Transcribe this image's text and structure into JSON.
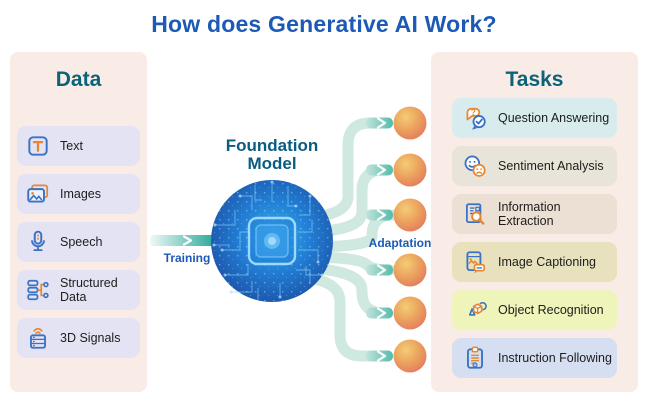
{
  "title": "How does Generative AI Work?",
  "palette": {
    "title_blue": "#1d5ab5",
    "header_teal": "#0c6378",
    "model_label_teal": "#0a5c80",
    "flow_label_blue": "#1d5ab5",
    "panel_bg": "#f9ece7",
    "data_item_bg": "#e3e3f3",
    "connector_mint": "#cfe8e0",
    "connector_teal": "#54bbab",
    "node_orange": "#e88a5e",
    "circle_blue": "#1d5fb8"
  },
  "data_panel": {
    "header": "Data",
    "items": [
      {
        "label": "Text",
        "icon": "text-icon"
      },
      {
        "label": "Images",
        "icon": "images-icon"
      },
      {
        "label": "Speech",
        "icon": "speech-icon"
      },
      {
        "label": "Structured Data",
        "icon": "structured-data-icon"
      },
      {
        "label": "3D Signals",
        "icon": "3d-signals-icon"
      }
    ]
  },
  "center": {
    "model_label": "Foundation Model",
    "training_label": "Training",
    "adaptation_label": "Adaptation"
  },
  "tasks_panel": {
    "header": "Tasks",
    "items": [
      {
        "label": "Question Answering",
        "icon": "question-answering-icon",
        "bg": "#d8ecee"
      },
      {
        "label": "Sentiment Analysis",
        "icon": "sentiment-analysis-icon",
        "bg": "#e9e4d9"
      },
      {
        "label": "Information Extraction",
        "icon": "information-extraction-icon",
        "bg": "#ecdfd4"
      },
      {
        "label": "Image Captioning",
        "icon": "image-captioning-icon",
        "bg": "#e7e2bd"
      },
      {
        "label": "Object Recognition",
        "icon": "object-recognition-icon",
        "bg": "#eff4ba"
      },
      {
        "label": "Instruction Following",
        "icon": "instruction-following-icon",
        "bg": "#d6def1"
      }
    ]
  }
}
